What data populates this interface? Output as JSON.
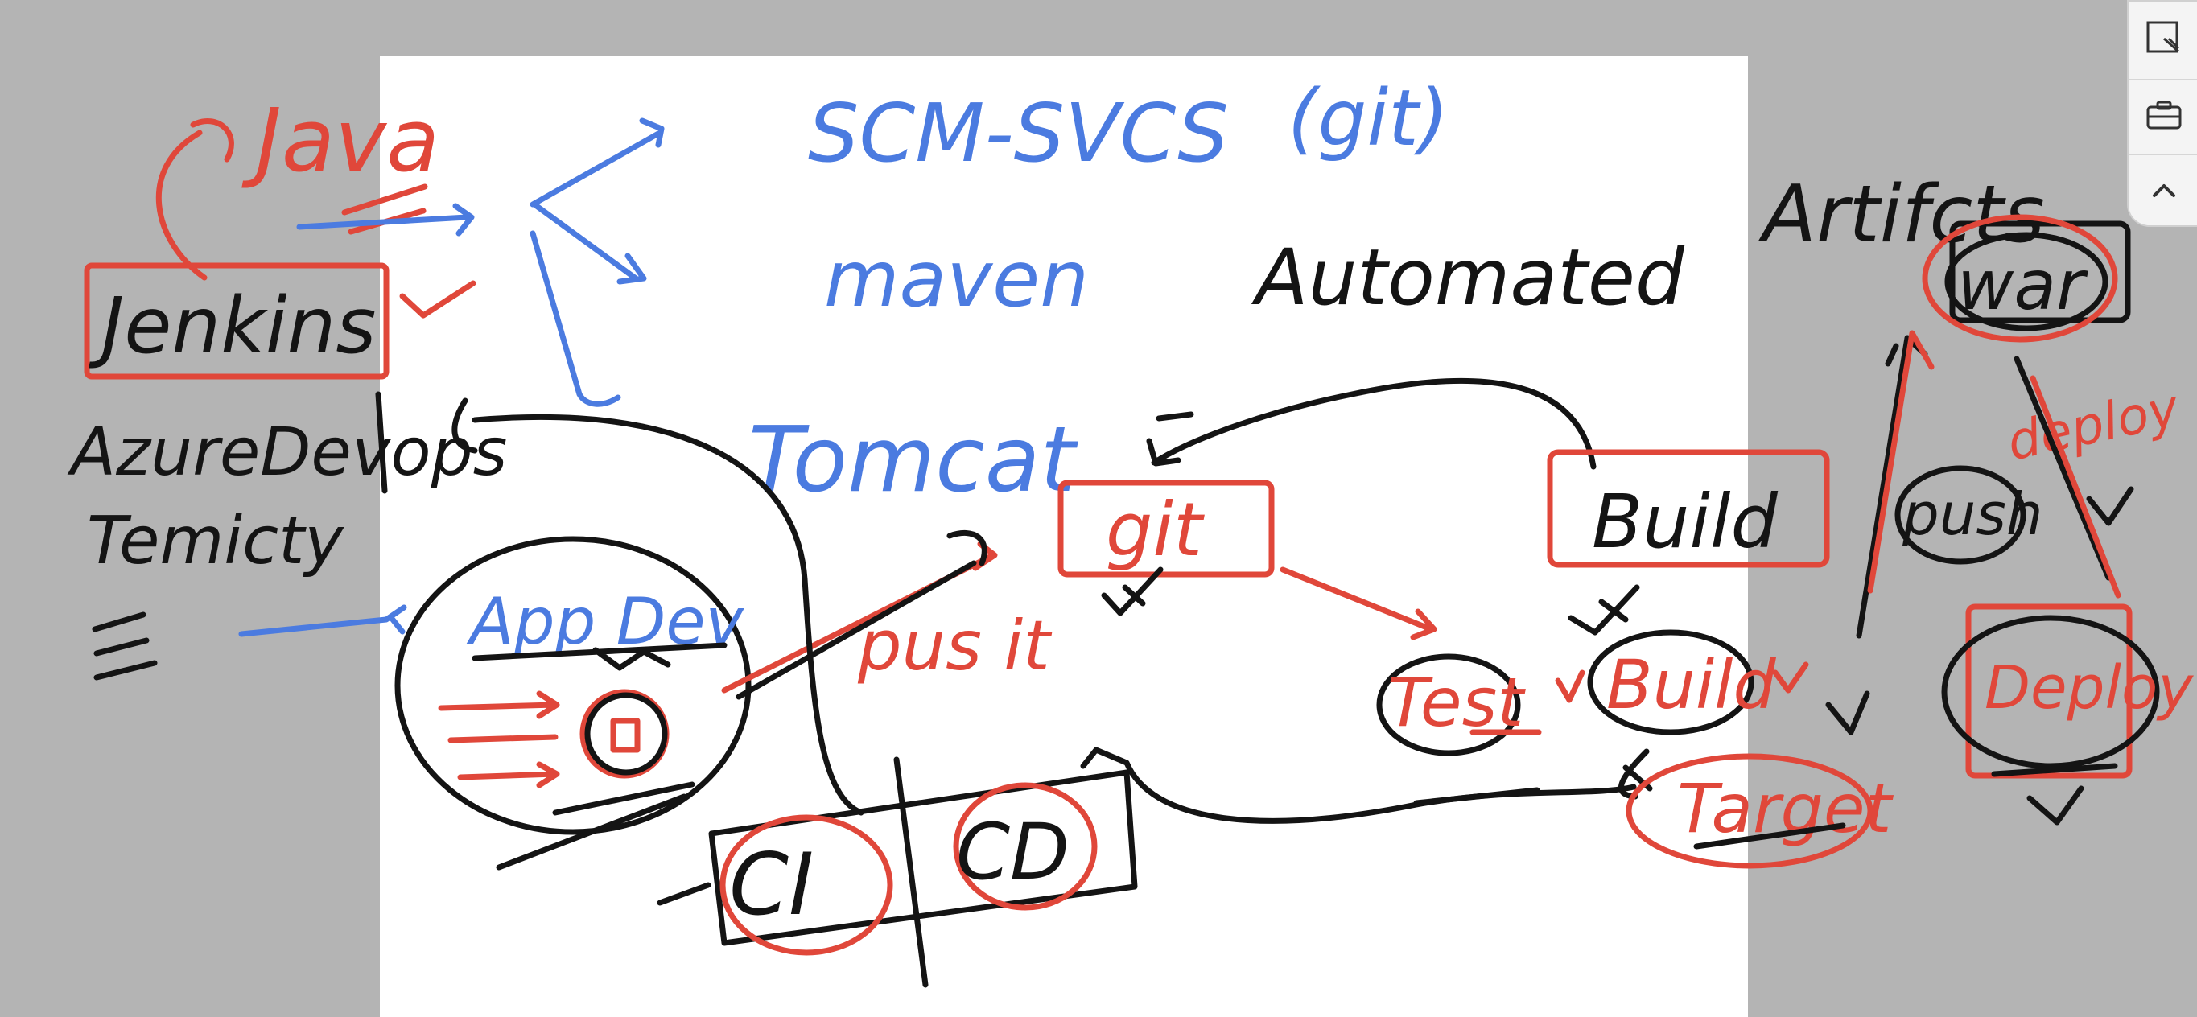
{
  "canvas": {
    "bg_color": "#b4b4b4",
    "page_color": "#ffffff"
  },
  "colors": {
    "red_ink": "#e0473a",
    "blue_ink": "#4b7be0",
    "black_ink": "#141414"
  },
  "notes": {
    "java": "Java",
    "jenkins": "Jenkins",
    "azure_devops": "AzureDevops",
    "teamcity": "Temicty",
    "scm_vcs": "SCM-SVCS",
    "git_paren": "(git)",
    "maven": "maven",
    "automated": "Automated",
    "tomcat": "Tomcat",
    "app_dev": "App Dev",
    "push_it": "pus it",
    "git_box": "git",
    "build_box": "Build",
    "test": "Test",
    "build_circle": "Build",
    "target": "Target",
    "ci": "CI",
    "cd": "CD",
    "artifacts": "Artifcts",
    "war": "war",
    "push": "push",
    "deploy_note": "deploy",
    "deploy_box": "Deploy"
  },
  "side_panel": {
    "icons": [
      "screenshot-icon",
      "camera-icon",
      "chevron-up-icon"
    ]
  }
}
